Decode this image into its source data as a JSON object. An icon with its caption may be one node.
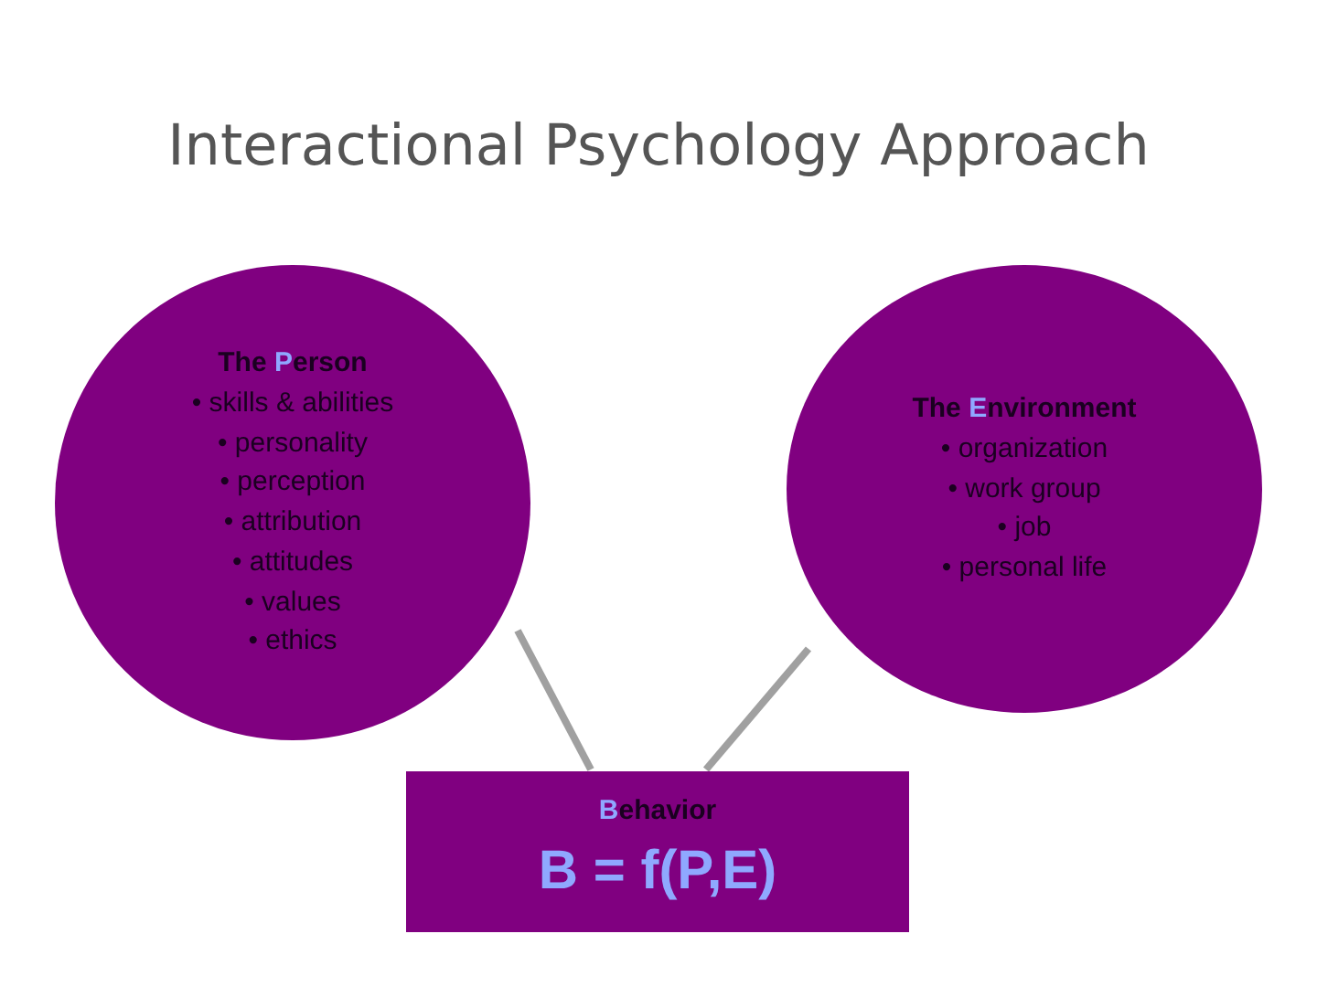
{
  "diagram": {
    "title": "Interactional Psychology Approach",
    "nodes": [
      {
        "text": [
          "The **P**erson",
          "• skills & abilities",
          "• personality",
          "• perception",
          "• attribution",
          "• attitudes",
          "• values",
          "• ethics"
        ]
      },
      {
        "text": [
          "The **E**nvironment",
          "• organization",
          "• work group",
          "• job",
          "• personal life"
        ]
      },
      {
        "text": [
          "**B**ehavior",
          "B = f(P,E)"
        ]
      }
    ],
    "edges": [
      {
        "from": 0,
        "to": 2,
        "arrow": "none",
        "color": "#a0a0a0"
      },
      {
        "from": 1,
        "to": 2,
        "arrow": "none",
        "color": "#a0a0a0"
      }
    ]
  }
}
